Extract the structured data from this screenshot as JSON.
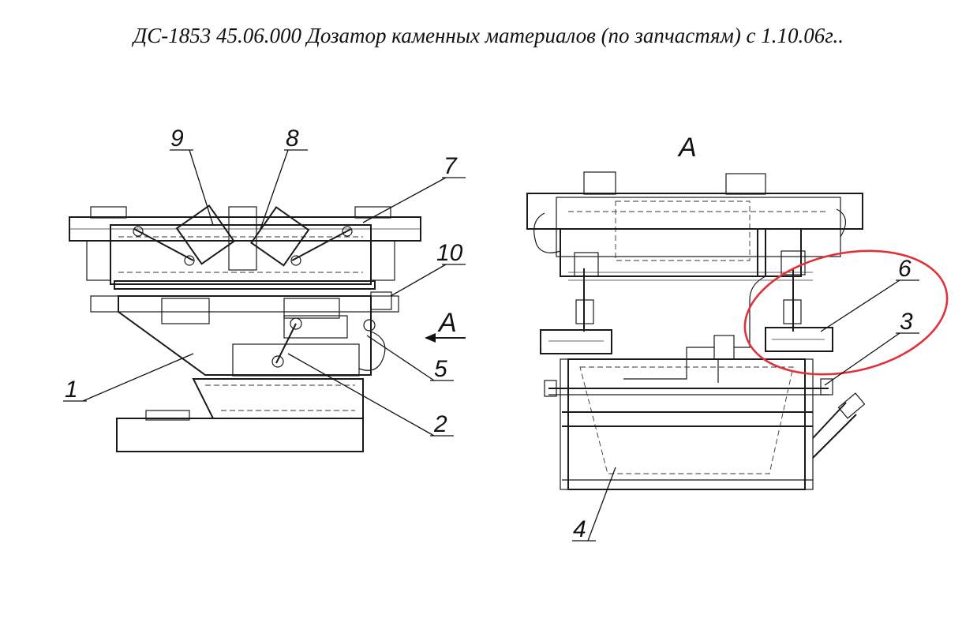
{
  "title": "ДС-1853 45.06.000 Дозатор каменных материалов (по запчастям) с 1.10.06г..",
  "view_label": "А",
  "section_arrow_label": "А",
  "callouts": {
    "c1": "1",
    "c2": "2",
    "c3": "3",
    "c4": "4",
    "c5": "5",
    "c6": "6",
    "c7": "7",
    "c8": "8",
    "c9": "9",
    "c10": "10"
  },
  "highlight_color": "#e0323a"
}
